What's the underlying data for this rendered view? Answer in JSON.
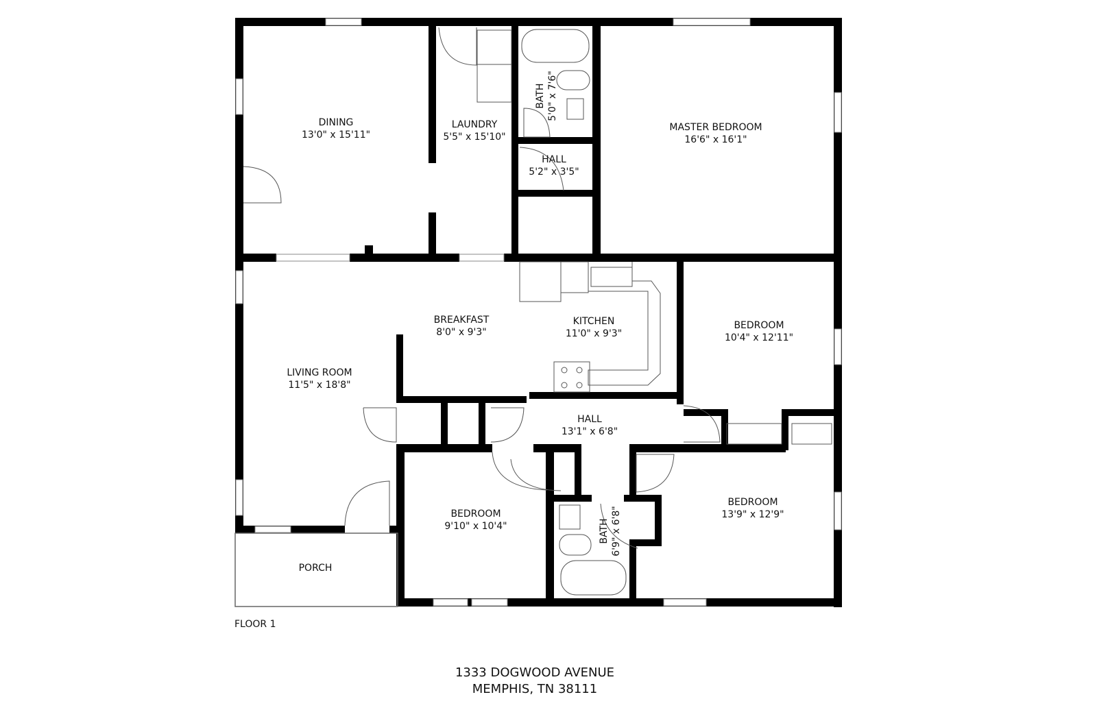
{
  "floor_label": "FLOOR 1",
  "address": {
    "line1": "1333 DOGWOOD AVENUE",
    "line2": "MEMPHIS, TN 38111"
  },
  "rooms": [
    {
      "name": "DINING",
      "dims": "13'0\" x 15'11\""
    },
    {
      "name": "LAUNDRY",
      "dims": "5'5\" x 15'10\""
    },
    {
      "name": "BATH",
      "dims": "5'0\" x 7'6\""
    },
    {
      "name": "HALL",
      "dims": "5'2\" x 3'5\""
    },
    {
      "name": "MASTER BEDROOM",
      "dims": "16'6\" x 16'1\""
    },
    {
      "name": "BREAKFAST",
      "dims": "8'0\" x 9'3\""
    },
    {
      "name": "KITCHEN",
      "dims": "11'0\" x 9'3\""
    },
    {
      "name": "BEDROOM",
      "dims": "10'4\" x 12'11\""
    },
    {
      "name": "LIVING ROOM",
      "dims": "11'5\" x 18'8\""
    },
    {
      "name": "HALL",
      "dims": "13'1\" x 6'8\""
    },
    {
      "name": "BEDROOM",
      "dims": "9'10\" x 10'4\""
    },
    {
      "name": "BATH",
      "dims": "6'9\" x 6'8\""
    },
    {
      "name": "BEDROOM",
      "dims": "13'9\" x 12'9\""
    },
    {
      "name": "PORCH",
      "dims": ""
    }
  ],
  "colors": {
    "wall": "#000000",
    "fixture": "#555555",
    "background": "#ffffff"
  }
}
